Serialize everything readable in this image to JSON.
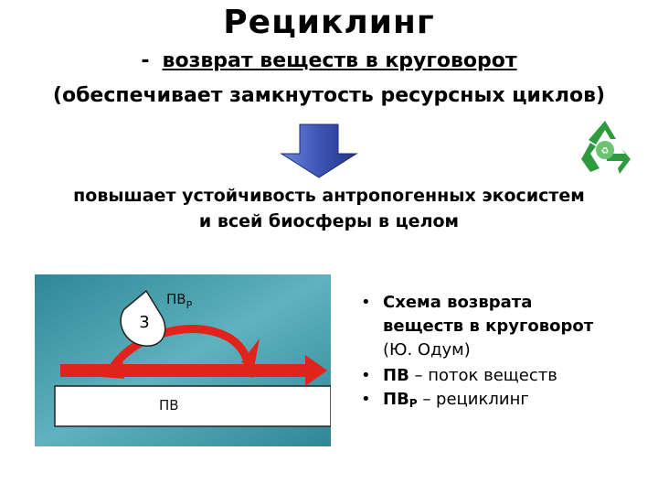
{
  "slide": {
    "title": "Рециклинг",
    "definition": {
      "dash": "-",
      "text": "возврат веществ в круговорот"
    },
    "note": "(обеспечивает замкнутость ресурсных циклов)",
    "result_line1": "повышает устойчивость антропогенных экосистем",
    "result_line2": "и всей биосферы в целом"
  },
  "diagram": {
    "label_pv": "ПВ",
    "label_pvr_main": "ПВ",
    "label_pvr_sub": "Р",
    "label_node": "3"
  },
  "bullets": {
    "marker": "•",
    "item1_l1": "Схема возврата",
    "item1_l2": "веществ в круговорот",
    "item1_l3": "(Ю. Одум)",
    "item2_term": "ПВ",
    "item2_rest": " – поток веществ",
    "item3_term": "ПВ",
    "item3_sub": "Р",
    "item3_rest": " – рециклинг"
  },
  "colors": {
    "arrow_blue": "#3d55b5",
    "recycle_green": "#2e9a3e",
    "flow_red": "#e0231b",
    "diagram_teal": "#4aa0ae"
  }
}
